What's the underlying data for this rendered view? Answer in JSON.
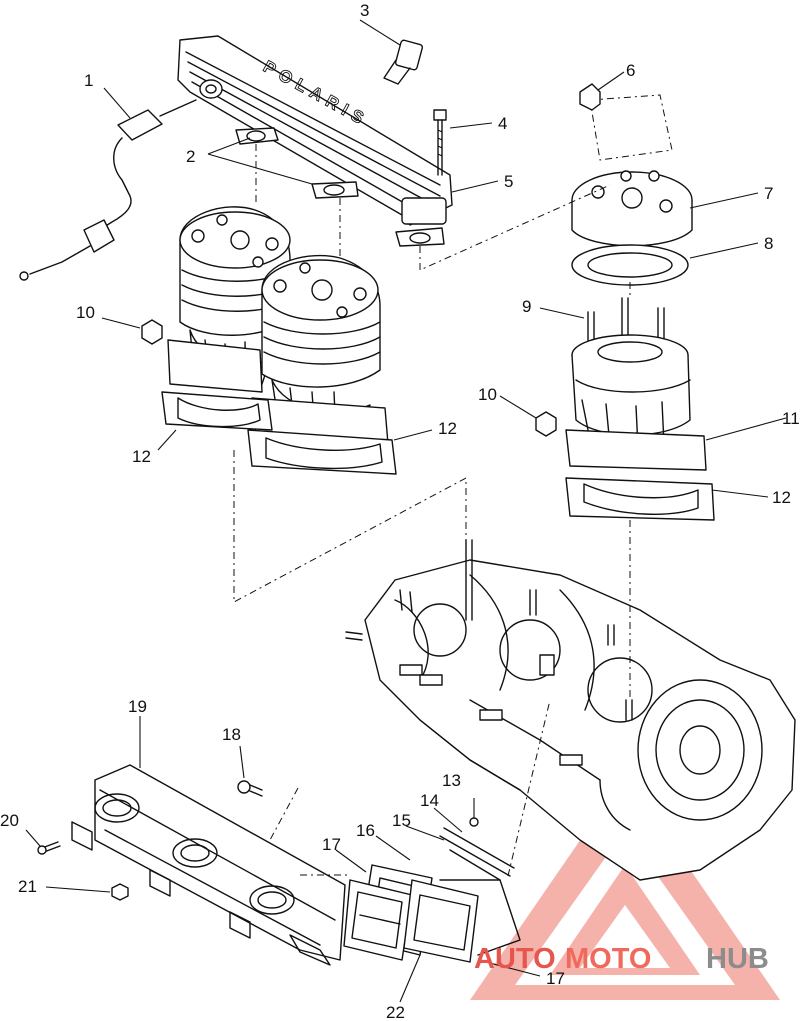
{
  "callouts": [
    {
      "id": "c1",
      "label": "1"
    },
    {
      "id": "c2",
      "label": "2"
    },
    {
      "id": "c3",
      "label": "3"
    },
    {
      "id": "c4",
      "label": "4"
    },
    {
      "id": "c5",
      "label": "5"
    },
    {
      "id": "c6",
      "label": "6"
    },
    {
      "id": "c7",
      "label": "7"
    },
    {
      "id": "c8",
      "label": "8"
    },
    {
      "id": "c9",
      "label": "9"
    },
    {
      "id": "c10a",
      "label": "10"
    },
    {
      "id": "c10b",
      "label": "10"
    },
    {
      "id": "c11",
      "label": "11"
    },
    {
      "id": "c12a",
      "label": "12"
    },
    {
      "id": "c12b",
      "label": "12"
    },
    {
      "id": "c12c",
      "label": "12"
    },
    {
      "id": "c13",
      "label": "13"
    },
    {
      "id": "c14",
      "label": "14"
    },
    {
      "id": "c15",
      "label": "15"
    },
    {
      "id": "c16",
      "label": "16"
    },
    {
      "id": "c17a",
      "label": "17"
    },
    {
      "id": "c17b",
      "label": "17"
    },
    {
      "id": "c18",
      "label": "18"
    },
    {
      "id": "c19",
      "label": "19"
    },
    {
      "id": "c20",
      "label": "20"
    },
    {
      "id": "c21",
      "label": "21"
    },
    {
      "id": "c22",
      "label": "22"
    }
  ],
  "manifold_lettering": "POLARIS",
  "watermark": {
    "part1": "AUTO",
    "part2": "MOTO",
    "part3": "HUB",
    "colors": {
      "red": "#e5564f",
      "light_red": "#f3a49c",
      "gray": "#8c8c8c"
    }
  }
}
